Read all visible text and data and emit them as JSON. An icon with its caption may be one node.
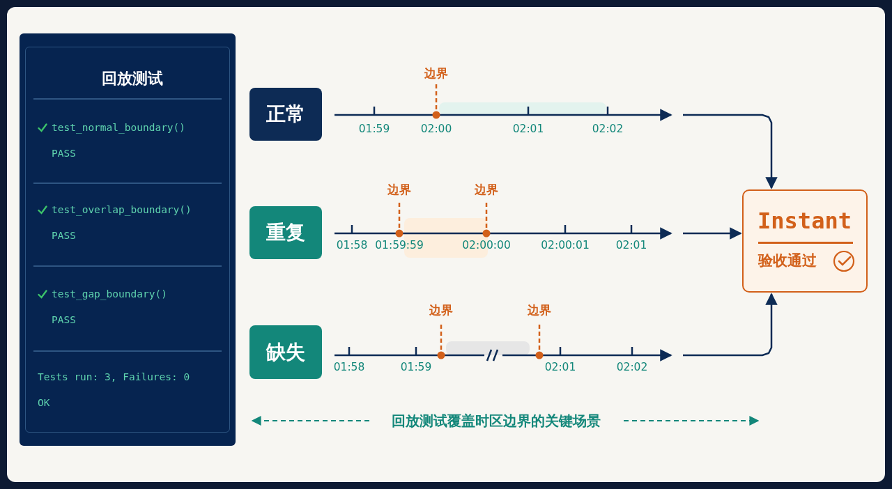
{
  "diagram": {
    "caption": "回放测试覆盖时区边界的关键场景",
    "nodes": [
      {
        "text": [
          "回放测试",
          "test_normal_boundary()",
          "PASS",
          "test_overlap_boundary()",
          "PASS",
          "test_gap_boundary()",
          "PASS",
          "Tests run: 3, Failures: 0",
          "OK"
        ]
      },
      {
        "text": [
          "正常"
        ]
      },
      {
        "text": [
          "重复"
        ]
      },
      {
        "text": [
          "缺失"
        ]
      },
      {
        "text": [
          "Instant",
          "验收通过"
        ]
      }
    ],
    "edges": [
      {
        "from": null,
        "to": 4,
        "arrow": "to"
      },
      {
        "from": null,
        "to": 4,
        "arrow": "to"
      },
      {
        "from": null,
        "to": 4,
        "arrow": "to"
      }
    ],
    "labels": [
      "边界",
      "01:59",
      "02:00",
      "02:01",
      "02:02",
      "边界",
      "边界",
      "01:58",
      "01:59:59",
      "02:00:00",
      "02:00:01",
      "02:01",
      "边界",
      "边界",
      "01:58",
      "01:59",
      "02:01",
      "02:02"
    ]
  }
}
